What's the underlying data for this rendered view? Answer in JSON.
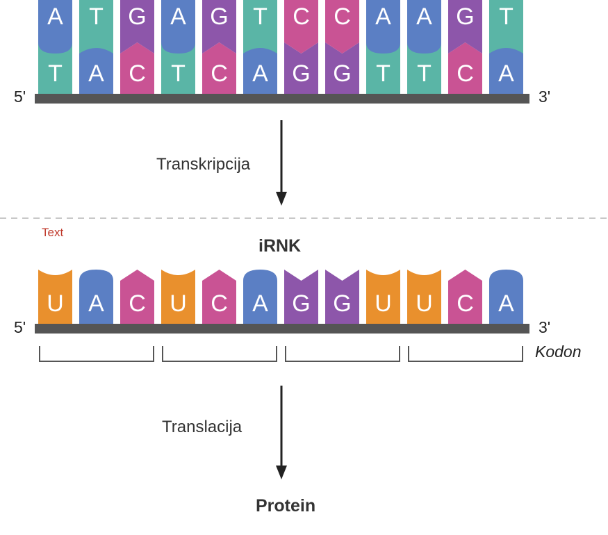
{
  "colors": {
    "A": "#5b7fc4",
    "T": "#5ab5a6",
    "G": "#8d56aa",
    "C": "#c95394",
    "U": "#e9902d",
    "backbone": "#555555",
    "arrow": "#222222",
    "divider": "#c8c8c8",
    "bracket": "#555555"
  },
  "dna": {
    "top_strand": [
      "A",
      "T",
      "G",
      "A",
      "G",
      "T",
      "C",
      "C",
      "A",
      "A",
      "G",
      "T"
    ],
    "bottom_strand": [
      "T",
      "A",
      "C",
      "T",
      "C",
      "A",
      "G",
      "G",
      "T",
      "T",
      "C",
      "A"
    ],
    "five_prime": "5'",
    "three_prime": "3'"
  },
  "transcription_label": "Transkripcija",
  "note_text": "Text",
  "mrna": {
    "title": "iRNK",
    "strand": [
      "U",
      "A",
      "C",
      "U",
      "C",
      "A",
      "G",
      "G",
      "U",
      "U",
      "C",
      "A"
    ],
    "five_prime": "5'",
    "three_prime": "3'",
    "codon_count": 4,
    "codon_label": "Kodon"
  },
  "translation_label": "Translacija",
  "protein_label": "Protein"
}
